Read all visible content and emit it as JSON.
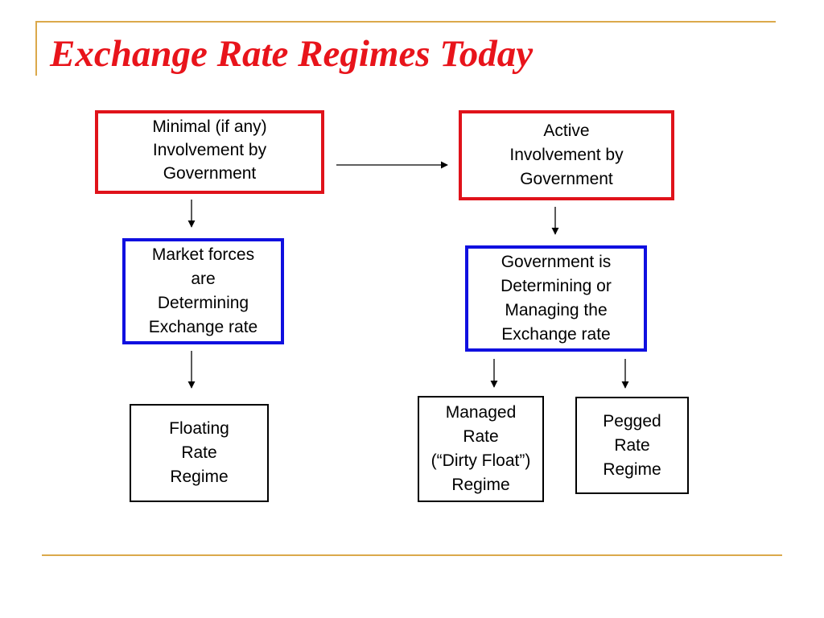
{
  "title": "Exchange Rate Regimes Today",
  "colors": {
    "accent": "#dba94b",
    "title": "#e8141b",
    "red_border": "#e0121a",
    "blue_border": "#1010e0"
  },
  "boxes": {
    "minimal_involvement": {
      "lines": [
        "Minimal (if any)",
        "Involvement by",
        "Government"
      ]
    },
    "active_involvement": {
      "lines": [
        "Active",
        "Involvement by",
        "Government"
      ]
    },
    "market_forces": {
      "lines": [
        "Market forces",
        "are",
        "Determining",
        "Exchange rate"
      ]
    },
    "government_determining": {
      "lines": [
        "Government is",
        "Determining or",
        "Managing the",
        "Exchange rate"
      ]
    },
    "floating_rate": {
      "lines": [
        "Floating",
        "Rate",
        "Regime"
      ]
    },
    "managed_rate": {
      "lines": [
        "Managed",
        "Rate",
        "(“Dirty Float”)",
        "Regime"
      ]
    },
    "pegged_rate": {
      "lines": [
        "Pegged",
        "Rate",
        "Regime"
      ]
    }
  }
}
